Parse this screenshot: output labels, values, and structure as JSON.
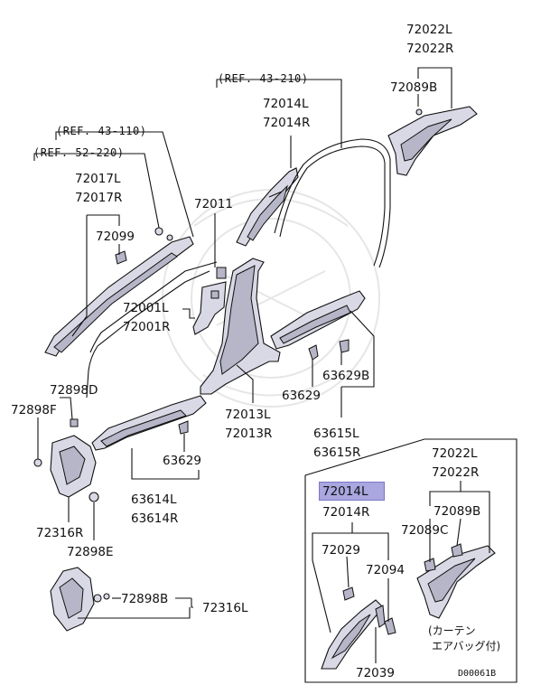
{
  "refs": {
    "r1": "(REF. 43-210)",
    "r2": "(REF. 43-110)",
    "r3": "(REF. 52-220)"
  },
  "labels": {
    "p72022L_top": "72022L",
    "p72022R_top": "72022R",
    "p72089B_top": "72089B",
    "p72014L_top": "72014L",
    "p72014R_top": "72014R",
    "p72017L": "72017L",
    "p72017R": "72017R",
    "p72099": "72099",
    "p72011": "72011",
    "p72001L": "72001L",
    "p72001R": "72001R",
    "p63629B": "63629B",
    "p63629_mid": "63629",
    "p72898D": "72898D",
    "p72898F": "72898F",
    "p72013L": "72013L",
    "p72013R": "72013R",
    "p63615L": "63615L",
    "p63615R": "63615R",
    "p63629_low": "63629",
    "p63614L": "63614L",
    "p63614R": "63614R",
    "p72316R": "72316R",
    "p72898E": "72898E",
    "p72898B": "72898B",
    "p72316L": "72316L",
    "p72022L_box": "72022L",
    "p72022R_box": "72022R",
    "p72014L_box": "72014L",
    "p72014R_box": "72014R",
    "p72089B_box": "72089B",
    "p72089C": "72089C",
    "p72029": "72029",
    "p72094": "72094",
    "p72039": "72039"
  },
  "note": {
    "line1": "(カーテン",
    "line2": "エアバッグ付)"
  },
  "diagram_code": "D00061B",
  "colors": {
    "ink": "#111111",
    "part_fill": "#d9d9e6",
    "part_shade": "#b6b6c8",
    "highlight": "#a9a6e0"
  }
}
